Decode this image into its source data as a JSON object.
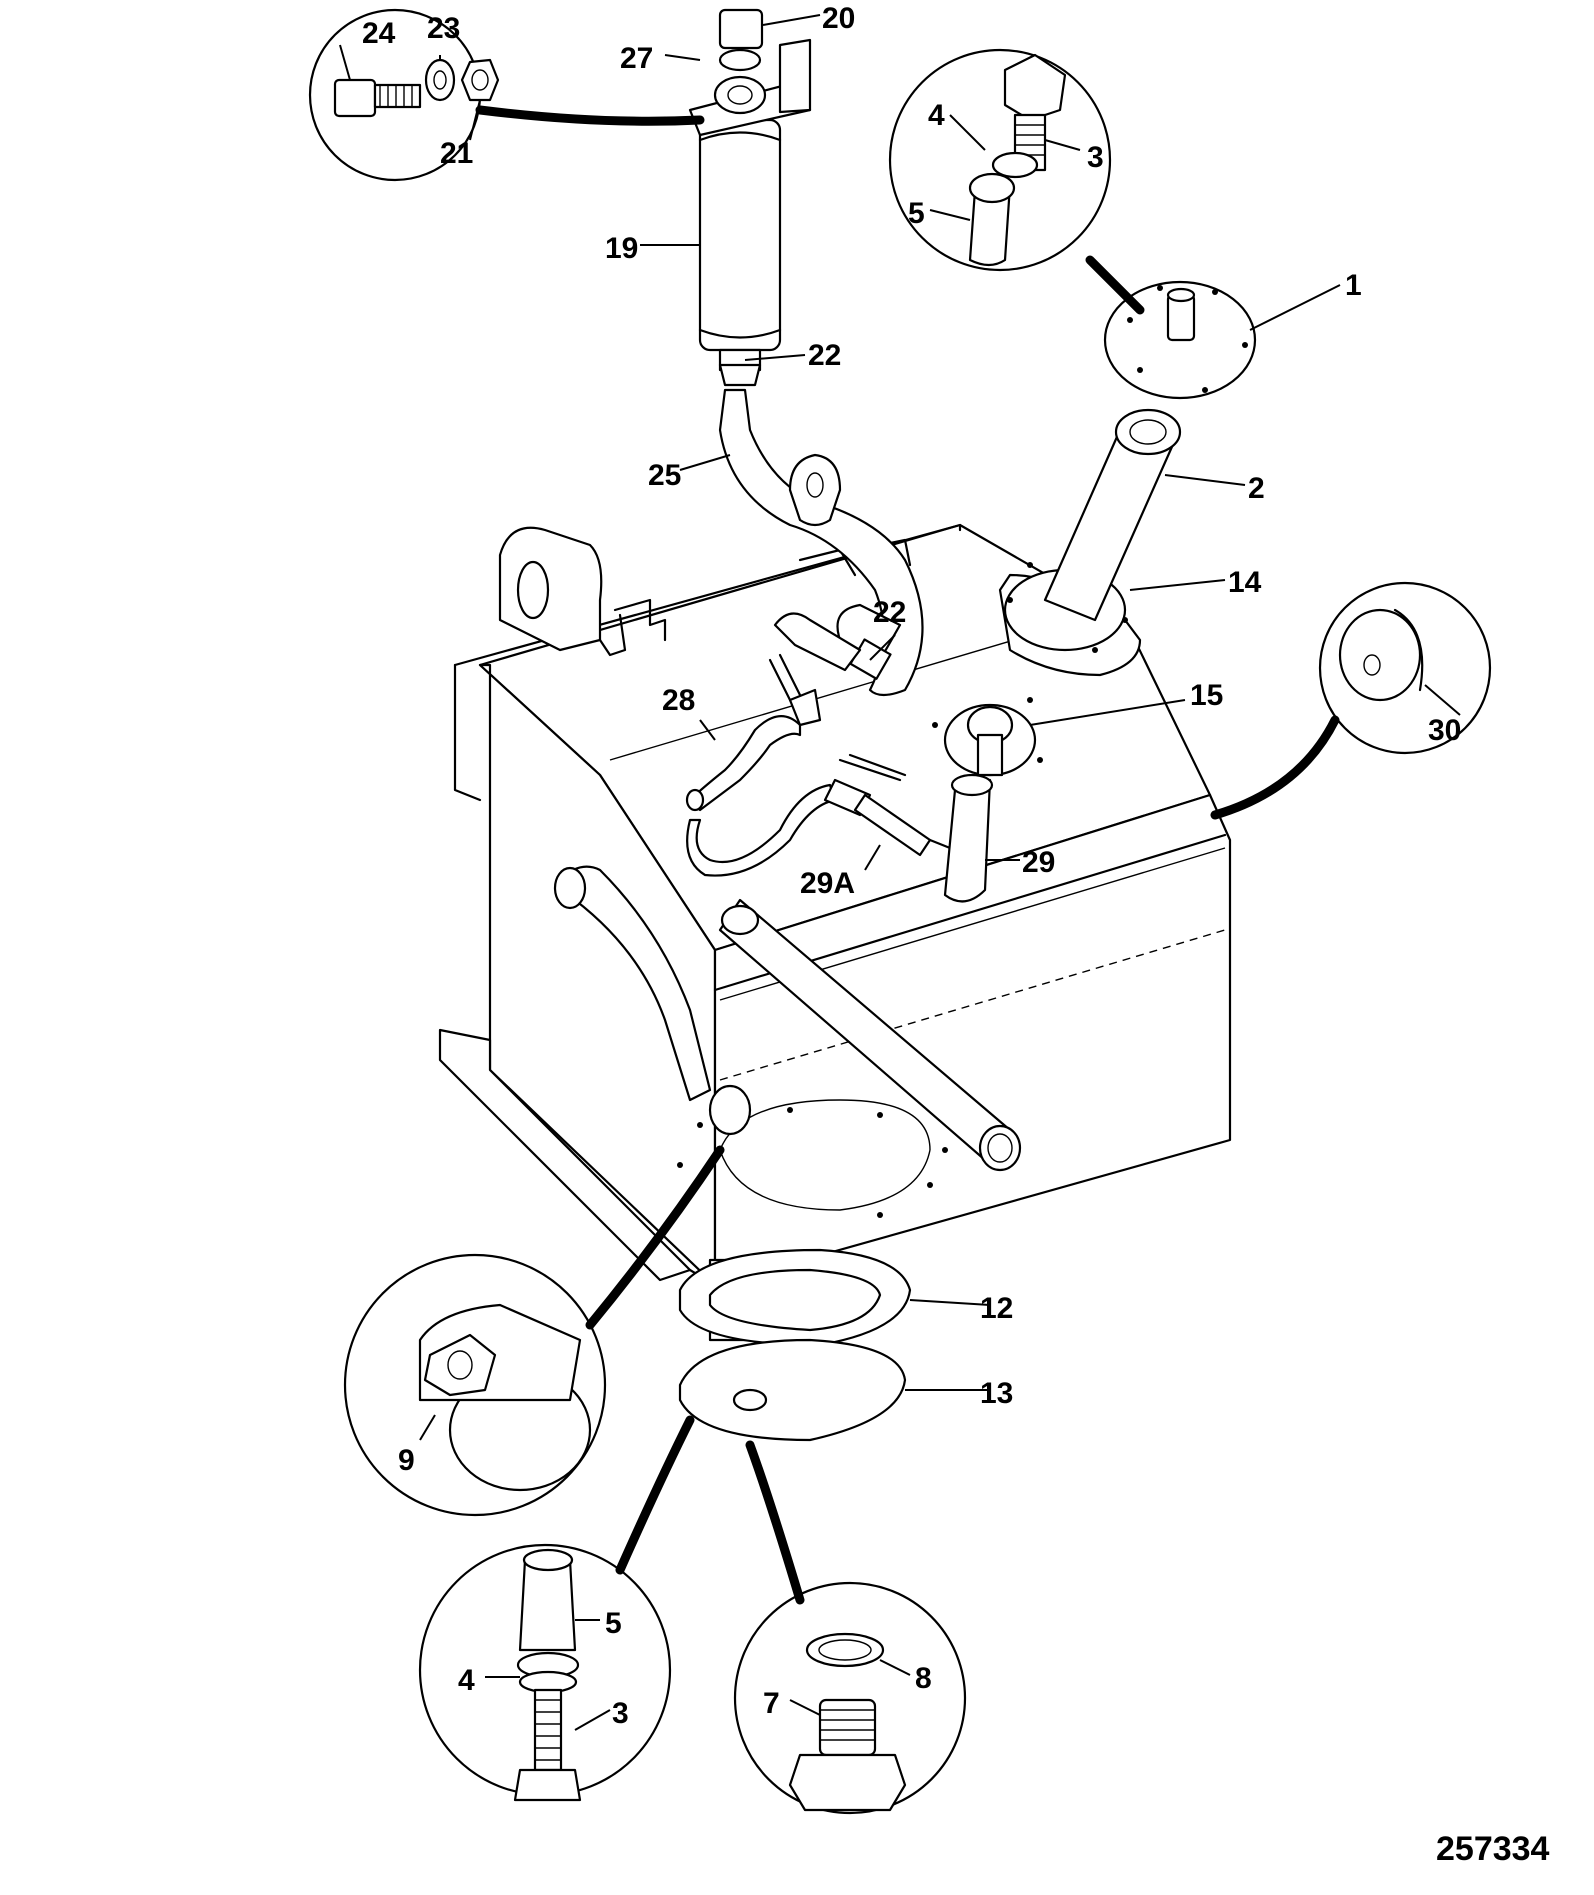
{
  "drawing_number": "257334",
  "labels": {
    "l1": "1",
    "l2": "2",
    "l3a": "3",
    "l3b": "3",
    "l4a": "4",
    "l4b": "4",
    "l5a": "5",
    "l5b": "5",
    "l7": "7",
    "l8": "8",
    "l9": "9",
    "l12": "12",
    "l13": "13",
    "l14": "14",
    "l15": "15",
    "l19": "19",
    "l20": "20",
    "l21": "21",
    "l22a": "22",
    "l22b": "22",
    "l23": "23",
    "l24": "24",
    "l25": "25",
    "l27": "27",
    "l28": "28",
    "l29": "29",
    "l29a": "29A",
    "l30": "30"
  }
}
